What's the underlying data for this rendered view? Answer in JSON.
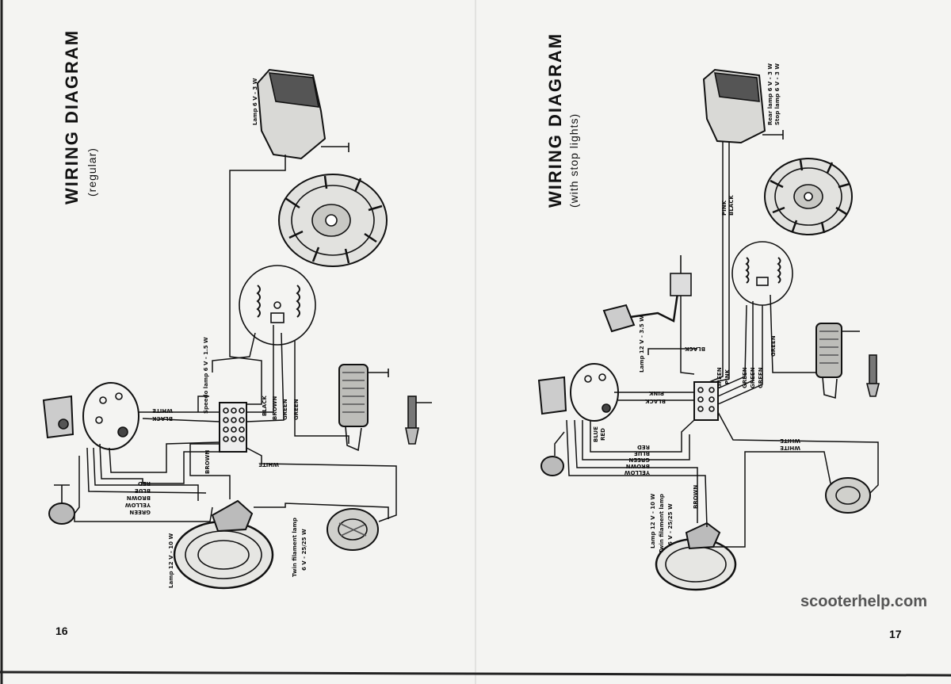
{
  "left_page": {
    "title": "WIRING DIAGRAM",
    "subtitle": "(regular)",
    "page_number": "16",
    "labels": {
      "tail_lamp": "Lamp 6 V - 3 W",
      "speedo_lamp": "Speedo lamp 6 V - 1.5 W",
      "white": "WHITE",
      "black": "BLACK",
      "brown": "BROWN",
      "green": "GREEN",
      "white_lower": "WHITE",
      "brown_lower": "BROWN",
      "red": "RED",
      "blue": "BLUE",
      "brown2": "BROWN",
      "yellow": "YELLOW",
      "green2": "GREEN",
      "lamp_12v": "Lamp 12 V - 10 W",
      "twin_filament": "Twin filament lamp",
      "twin_rating": "6 V - 25/25 W"
    }
  },
  "right_page": {
    "title": "WIRING DIAGRAM",
    "subtitle": "(with stop lights)",
    "page_number": "17",
    "labels": {
      "rear_lamp": "Rear lamp 6 V - 3 W",
      "stop_lamp": "Stop lamp 6 V - 3 W",
      "pink": "PINK",
      "black": "BLACK",
      "green": "GREEN",
      "lamp_12v_top": "Lamp 12 V - 3.5 W",
      "black2": "BLACK",
      "green_a": "GREEN",
      "pink2": "PINK",
      "green_b": "GREEN",
      "green_c": "GREEN",
      "green_d": "GREEN",
      "pink3": "PINK",
      "black3": "BLACK",
      "blue": "BLUE",
      "red": "RED",
      "white": "WHITE",
      "white2": "WHITE",
      "red2": "RED",
      "blue2": "BLUE",
      "green2": "GREEN",
      "brown": "BROWN",
      "yellow": "YELLOW",
      "brown2": "BROWN",
      "lamp_12v": "Lamp 12 V - 10 W",
      "twin_filament": "Twin filament lamp",
      "twin_rating": "6 V - 25/25 W"
    }
  },
  "watermark": "scooterhelp.com"
}
